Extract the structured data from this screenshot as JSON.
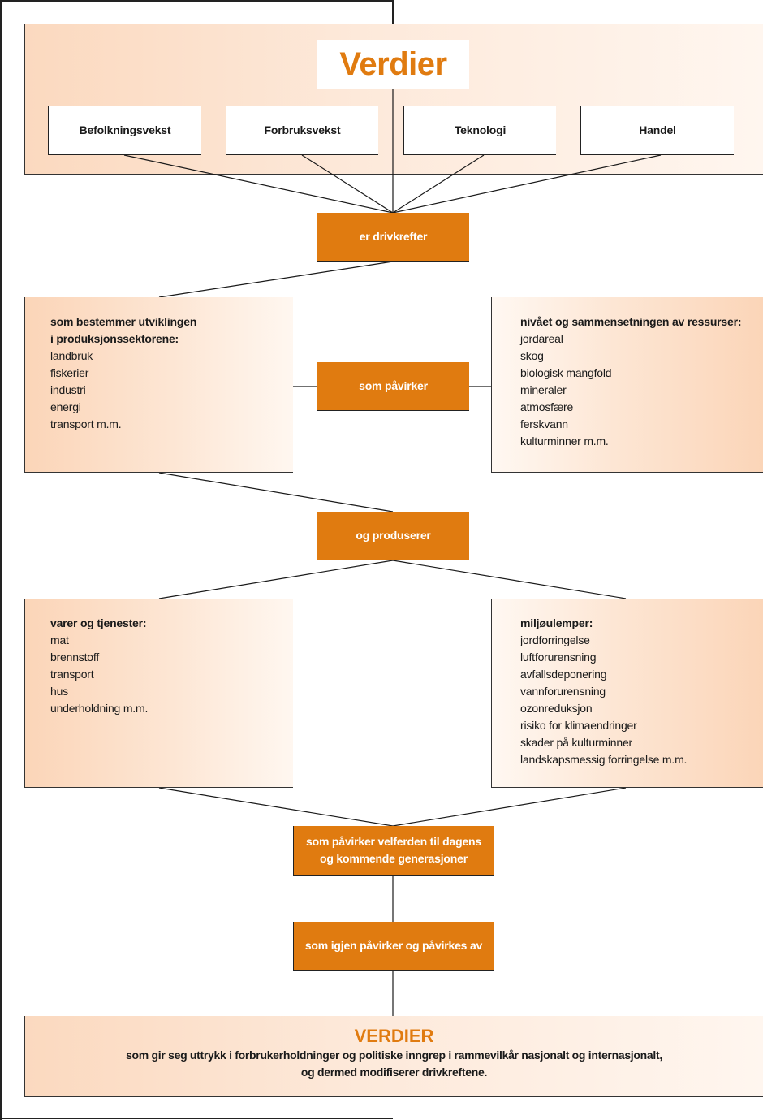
{
  "top": {
    "title": "Verdier",
    "drivers": [
      "Befolkningsvekst",
      "Forbruksvekst",
      "Teknologi",
      "Handel"
    ]
  },
  "steps": {
    "drivkrefter": "er drivkrefter",
    "pavirker": "som påvirker",
    "produserer": "og produserer",
    "velferd_line1": "som påvirker velferden til dagens",
    "velferd_line2": "og kommende generasjoner",
    "igjen": "som igjen påvirker og påvirkes av"
  },
  "sectors": {
    "heading_line1": "som bestemmer utviklingen",
    "heading_line2": "i produksjonssektorene:",
    "items": [
      "landbruk",
      "fiskerier",
      "industri",
      "energi",
      "transport m.m."
    ]
  },
  "resources": {
    "heading": "nivået og sammensetningen av ressurser:",
    "items": [
      "jordareal",
      "skog",
      "biologisk mangfold",
      "mineraler",
      "atmosfære",
      "ferskvann",
      "kulturminner m.m."
    ]
  },
  "goods": {
    "heading": "varer og tjenester:",
    "items": [
      "mat",
      "brennstoff",
      "transport",
      "hus",
      "underholdning m.m."
    ]
  },
  "harms": {
    "heading": "miljøulemper:",
    "items": [
      "jordforringelse",
      "luftforurensning",
      "avfallsdeponering",
      "vannforurensning",
      "ozonreduksjon",
      "risiko for klimaendringer",
      "skader på kulturminner",
      "landskapsmessig forringelse m.m."
    ]
  },
  "bottom": {
    "title": "VERDIER",
    "line1": "som gir seg uttrykk i forbrukerholdninger og politiske inngrep i rammevilkår nasjonalt og internasjonalt,",
    "line2": "og dermed modifiserer drivkreftene."
  },
  "colors": {
    "accent_orange": "#e07b10",
    "panel_peach": "#fbd5b8",
    "line": "#1a1a1a"
  }
}
